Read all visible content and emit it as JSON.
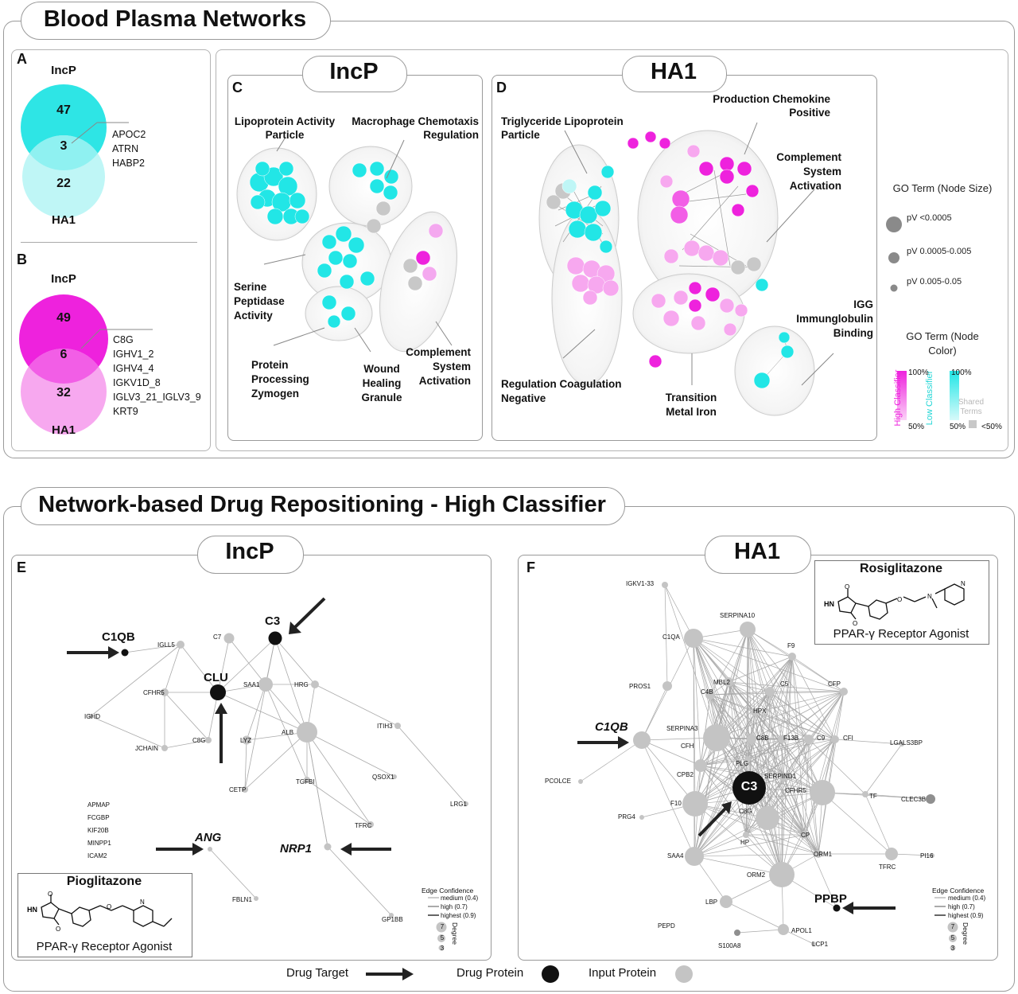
{
  "blood_plasma": {
    "title": "Blood Plasma Networks",
    "panel_a": {
      "letter": "A",
      "top_label": "IncP",
      "bottom_label": "HA1",
      "only_top": "47",
      "shared": "3",
      "only_bottom": "22",
      "shared_proteins": [
        "APOC2",
        "ATRN",
        "HABP2"
      ],
      "color_top": "#2ee5e5",
      "color_bottom": "#bff6f6"
    },
    "panel_b": {
      "letter": "B",
      "top_label": "IncP",
      "bottom_label": "HA1",
      "only_top": "49",
      "shared": "6",
      "only_bottom": "32",
      "shared_proteins": [
        "C8G",
        "IGHV1_2",
        "IGHV4_4",
        "IGKV1D_8",
        "IGLV3_21_IGLV3_9",
        "KRT9"
      ],
      "color_top": "#ee22dd",
      "color_bottom": "#f7a8ef"
    },
    "panel_c": {
      "letter": "C",
      "tab": "IncP",
      "labels": {
        "lipoprotein": "Lipoprotein Activity Particle",
        "macrophage": "Macrophage Chemotaxis Regulation",
        "serine": "Serine Peptidase Activity",
        "protein": "Protein Processing Zymogen",
        "wound": "Wound Healing Granule",
        "complement": "Complement System Activation"
      }
    },
    "panel_d": {
      "letter": "D",
      "tab": "HA1",
      "labels": {
        "triglyceride": "Triglyceride Lipoprotein Particle",
        "production": "Production Chemokine Positive",
        "complement": "Complement System Activation",
        "regulation": "Regulation Coagulation Negative",
        "transition": "Transition Metal Iron",
        "igg": "IGG Immunglobulin Binding"
      }
    },
    "legend": {
      "size_title": "GO Term (Node Size)",
      "size_items": [
        "pV <0.0005",
        "pV 0.0005-0.005",
        "pV 0.005-0.05"
      ],
      "color_title": "GO Term (Node Color)",
      "high_label": "High Classifier",
      "low_label": "Low Classifier",
      "shared_label": "Shared Terms",
      "pct_100": "100%",
      "pct_50": "50%",
      "pct_lt50": "<50%",
      "colors": {
        "high": "#ee22dd",
        "low": "#22e6e6",
        "shared": "#c8c8c8"
      }
    }
  },
  "drug_repositioning": {
    "title": "Network-based Drug Repositioning - High Classifier",
    "panel_e": {
      "letter": "E",
      "tab": "IncP",
      "targets": {
        "c1qb": "C1QB",
        "c3": "C3",
        "clu": "CLU",
        "ang": "ANG",
        "nrp1": "NRP1"
      },
      "nodes": {
        "IGLL5": "IGLL5",
        "C7": "C7",
        "CFHR5": "CFHR5",
        "SAA1": "SAA1",
        "HRG": "HRG",
        "IGHD": "IGHD",
        "C8G": "C8G",
        "LYZ": "LYZ",
        "ALB": "ALB",
        "ITIH3": "ITIH3",
        "JCHAIN": "JCHAIN",
        "CETP": "CETP",
        "TGFBI": "TGFBI",
        "QSOX1": "QSOX1",
        "LRG1": "LRG1",
        "TFRC": "TFRC",
        "FBLN1": "FBLN1",
        "GP1BB": "GP1BB"
      },
      "unconnected": [
        "APMAP",
        "FCGBP",
        "KIF20B",
        "MINPP1",
        "ICAM2"
      ],
      "drug_name": "Pioglitazone",
      "drug_class": "PPAR-γ Receptor Agonist"
    },
    "panel_f": {
      "letter": "F",
      "tab": "HA1",
      "targets": {
        "c1qb": "C1QB",
        "c3": "C3",
        "ppbp": "PPBP"
      },
      "nodes": {
        "IGKV1-33": "IGKV1-33",
        "SERPINA10": "SERPINA10",
        "C1QA": "C1QA",
        "F9": "F9",
        "MBL2": "MBL2",
        "PROS1": "PROS1",
        "C4B": "C4B",
        "C5": "C5",
        "CFP": "CFP",
        "HPX": "HPX",
        "SERPINA3": "SERPINA3",
        "CFH": "CFH",
        "C8B": "C8B",
        "F13B": "F13B",
        "C9": "C9",
        "CFI": "CFI",
        "LGALS3BP": "LGALS3BP",
        "PLG": "PLG",
        "PCOLCE": "PCOLCE",
        "CPB2": "CPB2",
        "SERPIND1": "SERPIND1",
        "CFHR5": "CFHR5",
        "TF": "TF",
        "CLEC3B": "CLEC3B",
        "F10": "F10",
        "PRG4": "PRG4",
        "C8G": "C8G",
        "HP": "HP",
        "CP": "CP",
        "SAA4": "SAA4",
        "ORM1": "ORM1",
        "PI16": "PI16",
        "TFRC": "TFRC",
        "ORM2": "ORM2",
        "LBP": "LBP",
        "PEPD": "PEPD",
        "APOL1": "APOL1",
        "S100A8": "S100A8",
        "LCP1": "LCP1"
      },
      "drug_name": "Rosiglitazone",
      "drug_class": "PPAR-γ Receptor Agonist"
    },
    "edge_legend": {
      "title": "Edge Confidence",
      "items": [
        "medium (0.4)",
        "high (0.7)",
        "highest (0.9)"
      ],
      "degree_label": "Degree",
      "degrees": [
        "7",
        "5",
        "3"
      ]
    },
    "bottom_legend": {
      "drug_target": "Drug Target",
      "drug_protein": "Drug Protein",
      "input_protein": "Input Protein"
    }
  }
}
